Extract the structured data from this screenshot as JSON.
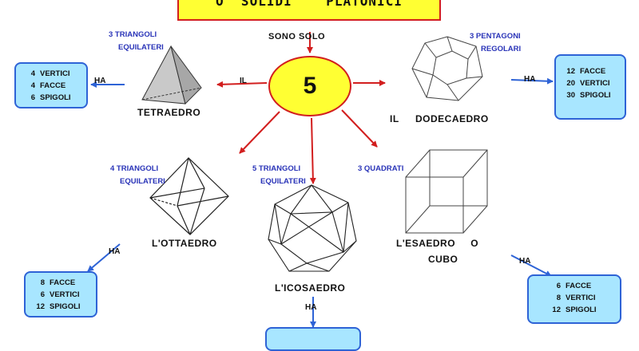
{
  "title": "O  SOLIDI    PLATONICI",
  "center": {
    "caption": "SONO   SOLO",
    "number": "5"
  },
  "connector_il": "IL",
  "ha": "HA",
  "colors": {
    "yellow": "#ffff33",
    "red": "#d21e1e",
    "blue_text": "#2a34b8",
    "box_fill": "#a8e6ff",
    "box_border": "#2e63d6"
  },
  "solids": {
    "tetraedro": {
      "name": "TETRAEDRO",
      "faces_desc": [
        "3  TRIANGOLI",
        "EQUILATERI"
      ],
      "props": [
        {
          "num": "4",
          "label": "VERTICI"
        },
        {
          "num": "4",
          "label": "FACCE"
        },
        {
          "num": "6",
          "label": "SPIGOLI"
        }
      ]
    },
    "dodecaedro": {
      "article": "IL",
      "name": "DODECAEDRO",
      "faces_desc": [
        "3  PENTAGONI",
        "REGOLARI"
      ],
      "props": [
        {
          "num": "12",
          "label": "FACCE"
        },
        {
          "num": "20",
          "label": "VERTICI"
        },
        {
          "num": "30",
          "label": "SPIGOLI"
        }
      ]
    },
    "ottaedro": {
      "name": "L'OTTAEDRO",
      "faces_desc": [
        "4  TRIANGOLI",
        "EQUILATERI"
      ],
      "props": [
        {
          "num": "8",
          "label": "FACCE"
        },
        {
          "num": "6",
          "label": "VERTICI"
        },
        {
          "num": "12",
          "label": "SPIGOLI"
        }
      ]
    },
    "icosaedro": {
      "name": "L'ICOSAEDRO",
      "faces_desc": [
        "5  TRIANGOLI",
        "EQUILATERI"
      ]
    },
    "esaedro": {
      "name": "L'ESAEDRO     O",
      "name2": "CUBO",
      "faces_desc": [
        "3   QUADRATI"
      ],
      "props": [
        {
          "num": "6",
          "label": "FACCE"
        },
        {
          "num": "8",
          "label": "VERTICI"
        },
        {
          "num": "12",
          "label": "SPIGOLI"
        }
      ]
    }
  }
}
